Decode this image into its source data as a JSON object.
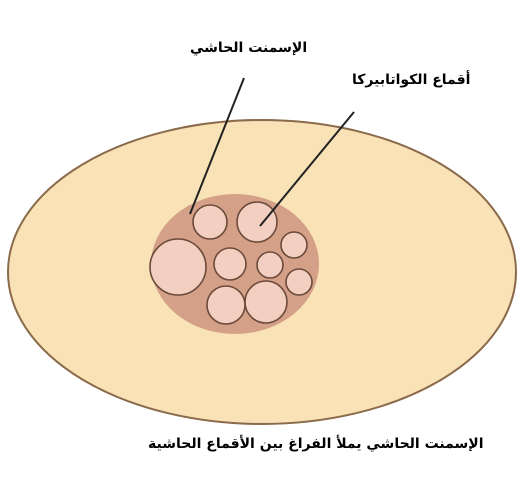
{
  "labels": {
    "cementum": "الإسمنت الحاشي",
    "coquina_grains": "أقماع الكواتابيركا"
  },
  "caption": "الإسمنت الحاشي يملأ الفراغ بين الأقماع الحاشية",
  "colors": {
    "background": "#ffffff",
    "outer_body": "#f8e2b6",
    "cement_matrix": "#d4a088",
    "grain_fill": "#f3cfc2",
    "outline": "#6b4a3a"
  }
}
